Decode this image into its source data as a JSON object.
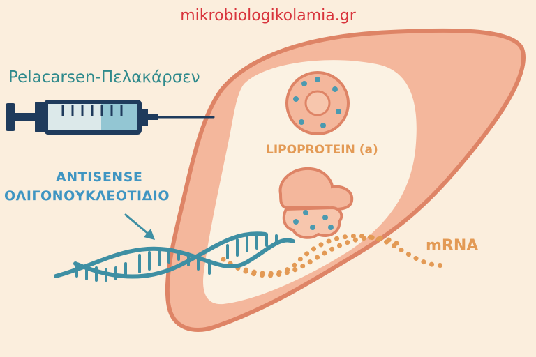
{
  "site_title": "mikrobiologikolamia.gr",
  "drug_name": "Pelacarsen-Πελακάρσεν",
  "antisense_line1": "ANTISENSE",
  "antisense_line2": "ΟΛΙΓΟΝΟΥΚΛΕΟΤΙΔΙΟ",
  "lipoprotein_label": "LIPOPROTEIN (a)",
  "mrna_label": "mRNA",
  "icons": [
    "syringe-icon",
    "liver-icon",
    "lipoprotein-particle-icon",
    "apolipoprotein-icon",
    "dna-strand-icon",
    "mrna-strand-icon",
    "arrow-icon"
  ],
  "colors": {
    "background": "#fbeedd",
    "title": "#d8343c",
    "drug_name": "#2f8a8c",
    "antisense": "#3f95c2",
    "accent_orange": "#e39a55",
    "liver_fill": "#f4b79c",
    "liver_outline": "#de8466",
    "syringe_dark": "#1f3b5c",
    "dna_teal": "#3e8fa3"
  }
}
